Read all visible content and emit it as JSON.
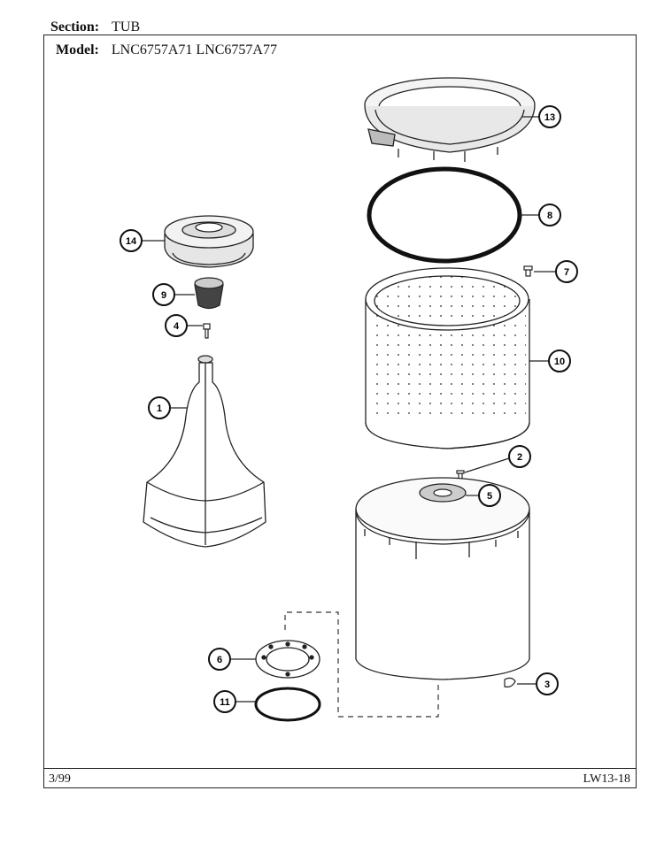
{
  "header": {
    "section_label": "Section:",
    "section_value": "TUB",
    "model_label": "Model:",
    "model_value": "LNC6757A71 LNC6757A77"
  },
  "footer": {
    "date": "3/99",
    "code": "LW13-18"
  },
  "callouts": {
    "c1": "1",
    "c2": "2",
    "c3": "3",
    "c4": "4",
    "c5": "5",
    "c6": "6",
    "c7": "7",
    "c8": "8",
    "c9": "9",
    "c10": "10",
    "c11": "11",
    "c13": "13",
    "c14": "14"
  }
}
